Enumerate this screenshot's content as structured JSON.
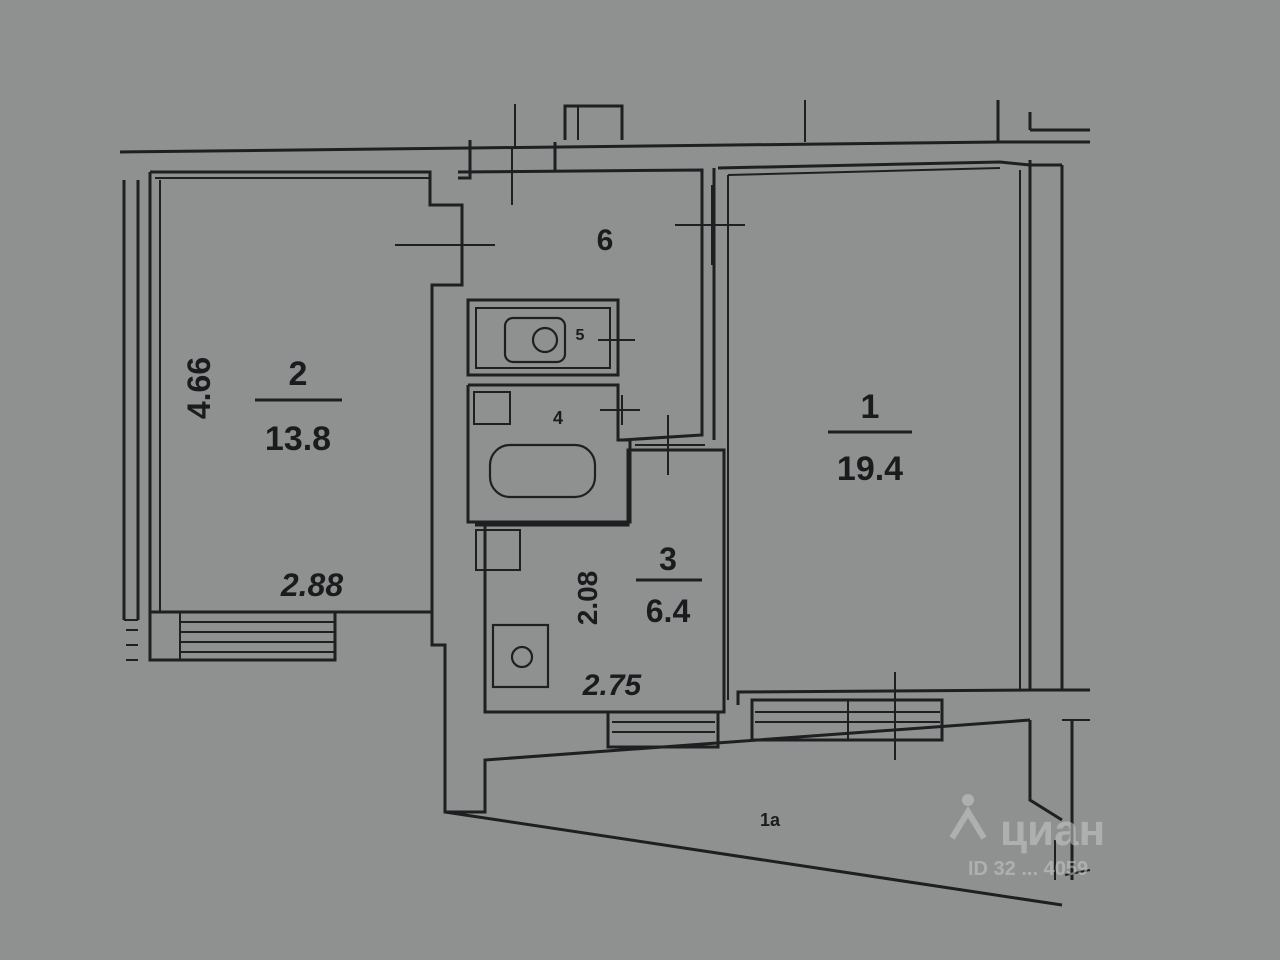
{
  "rooms": {
    "room1": {
      "number": "1",
      "area": "19.4"
    },
    "room2": {
      "number": "2",
      "area": "13.8",
      "dim_vertical": "4.66",
      "dim_horizontal": "2.88"
    },
    "room3": {
      "number": "3",
      "area": "6.4",
      "dim_vertical": "2.08",
      "dim_horizontal": "2.75"
    },
    "room4": {
      "number": "4"
    },
    "room5": {
      "number": "5"
    },
    "room6": {
      "number": "6"
    },
    "balcony": {
      "number": "1a"
    }
  },
  "watermark": {
    "brand": "циан",
    "code": "ID 32 ... 4059"
  }
}
